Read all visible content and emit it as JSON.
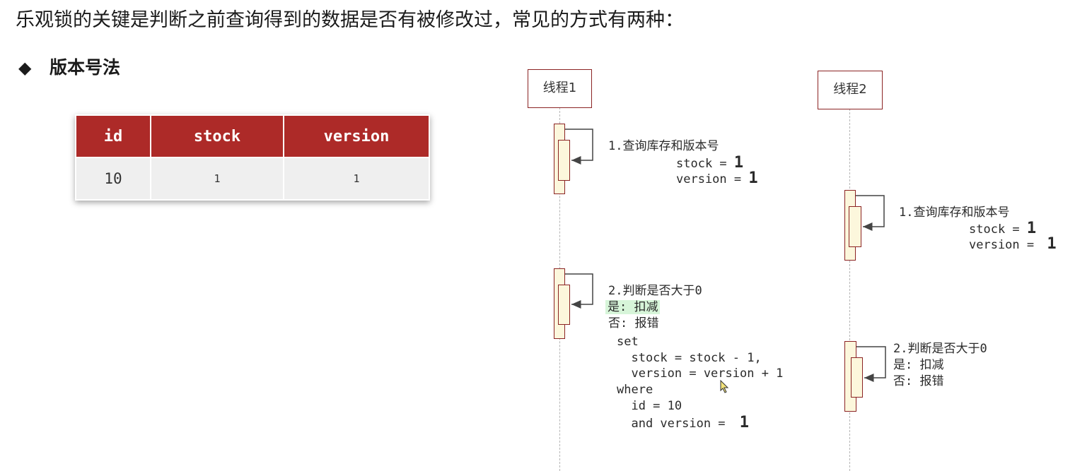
{
  "heading": "乐观锁的关键是判断之前查询得到的数据是否有被修改过，常见的方式有两种：",
  "section": {
    "bullet": "◆",
    "title": "版本号法"
  },
  "table": {
    "headers": [
      "id",
      "stock",
      "version"
    ],
    "row": [
      "10",
      "1",
      "1"
    ]
  },
  "diagram": {
    "thread1": "线程1",
    "thread2": "线程2",
    "t1_query": {
      "step": "1.查询库存和版本号",
      "stock_label": "stock = ",
      "stock_value": "1",
      "version_label": "version = ",
      "version_value": "1"
    },
    "t2_query": {
      "step": "1.查询库存和版本号",
      "stock_label": "stock = ",
      "stock_value": "1",
      "version_label": "version = ",
      "version_value": "1"
    },
    "t1_judge": {
      "step": "2.判断是否大于0",
      "yes": "是: 扣减",
      "no": "否: 报错",
      "sql": [
        "set",
        "  stock = stock - 1,",
        "  version = version + 1",
        "where",
        "  id = 10",
        "  and version = "
      ],
      "sql_value": "1"
    },
    "t2_judge": {
      "step": "2.判断是否大于0",
      "yes": "是: 扣减",
      "no": "否: 报错"
    }
  }
}
